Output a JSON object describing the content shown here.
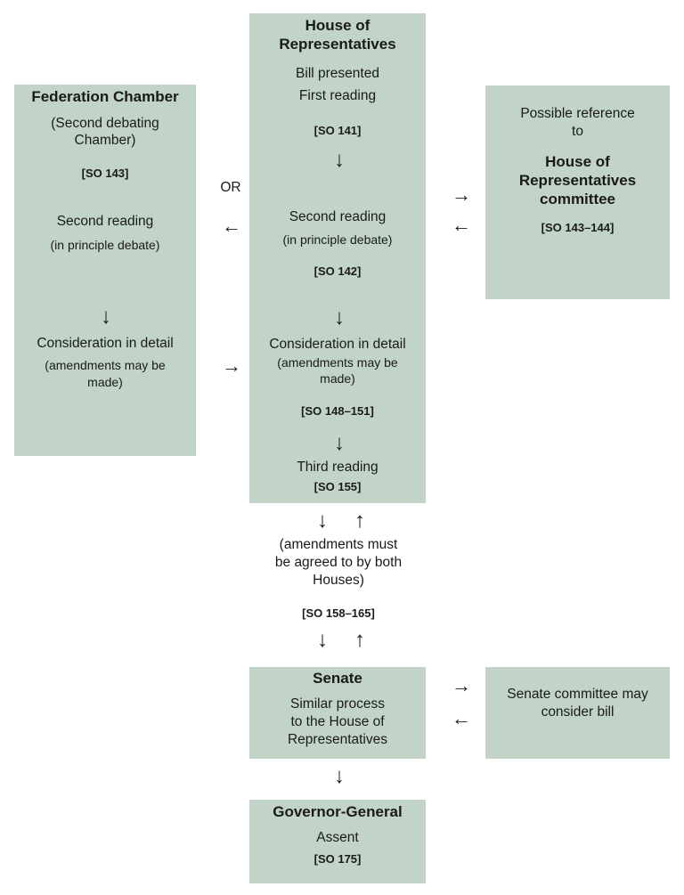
{
  "house": {
    "title_line1": "House of",
    "title_line2": "Representatives",
    "bill_presented": "Bill presented",
    "first_reading": "First reading",
    "so_141": "[SO 141]",
    "second_reading": "Second reading",
    "second_reading_note": "(in principle debate)",
    "so_142": "[SO 142]",
    "consideration": "Consideration in detail",
    "consideration_note_1": "(amendments may be",
    "consideration_note_2": "made)",
    "so_148_151": "[SO 148–151]",
    "third_reading": "Third reading",
    "so_155": "[SO 155]"
  },
  "federation": {
    "title": "Federation Chamber",
    "subtitle_1": "(Second debating",
    "subtitle_2": "Chamber)",
    "so_143": "[SO 143]",
    "second_reading": "Second reading",
    "second_reading_note": "(in principle debate)",
    "consideration": "Consideration in detail",
    "consideration_note_1": "(amendments may be",
    "consideration_note_2": "made)"
  },
  "or_label": "OR",
  "committee": {
    "line1": "Possible reference",
    "line2": "to",
    "title_1": "House of",
    "title_2": "Representatives",
    "title_3": "committee",
    "so": "[SO 143–144]"
  },
  "amendments": {
    "line1": "(amendments must",
    "line2": "be agreed to by both",
    "line3": "Houses)",
    "so": "[SO 158–165]"
  },
  "senate": {
    "title": "Senate",
    "line1": "Similar process",
    "line2": "to the House of",
    "line3": "Representatives"
  },
  "senate_committee": {
    "line1": "Senate committee may",
    "line2": "consider bill"
  },
  "governor": {
    "title": "Governor-General",
    "assent": "Assent",
    "so": "[SO 175]"
  },
  "arrows": {
    "down": "↓",
    "up": "↑",
    "left": "←",
    "right": "→"
  }
}
